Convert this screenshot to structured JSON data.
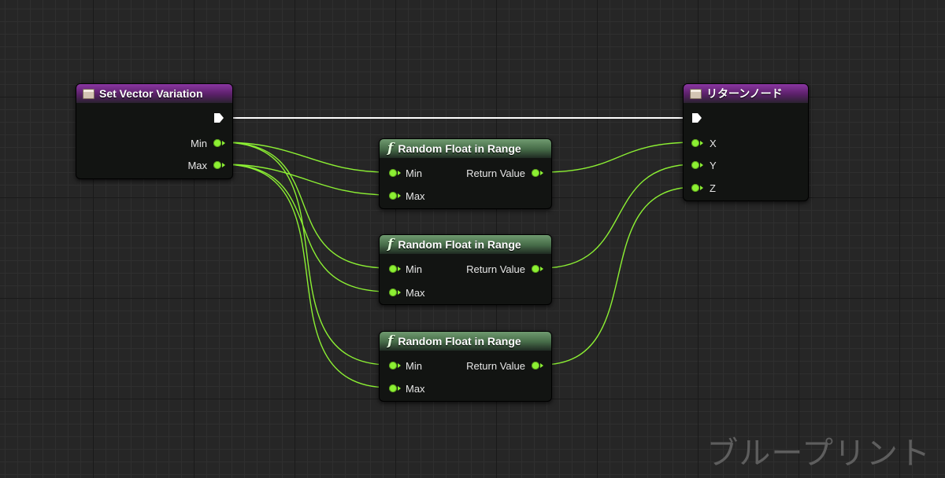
{
  "colors": {
    "float_pin": "#8cf033",
    "exec_wire": "#ffffff",
    "event_header": "#8a36a2",
    "function_header": "#6f9a6f"
  },
  "entry_node": {
    "title": "Set Vector Variation",
    "icon": "event-node-icon",
    "pins": {
      "min_label": "Min",
      "max_label": "Max"
    }
  },
  "return_node": {
    "title": "リターンノード",
    "icon": "event-node-icon",
    "pins": {
      "x_label": "X",
      "y_label": "Y",
      "z_label": "Z"
    }
  },
  "random_nodes": [
    {
      "title": "Random Float in Range",
      "icon": "function-icon",
      "icon_glyph": "f",
      "min_label": "Min",
      "max_label": "Max",
      "return_label": "Return Value"
    },
    {
      "title": "Random Float in Range",
      "icon": "function-icon",
      "icon_glyph": "f",
      "min_label": "Min",
      "max_label": "Max",
      "return_label": "Return Value"
    },
    {
      "title": "Random Float in Range",
      "icon": "function-icon",
      "icon_glyph": "f",
      "min_label": "Min",
      "max_label": "Max",
      "return_label": "Return Value"
    }
  ],
  "watermark": "ブループリント"
}
